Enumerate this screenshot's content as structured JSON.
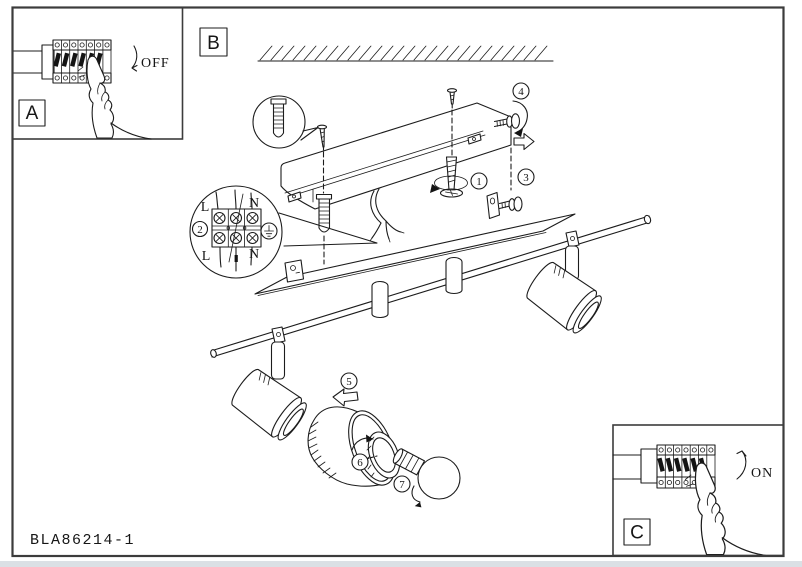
{
  "page": {
    "part_number": "BLA86214-1",
    "background": "#ffffff",
    "line_color": "#1c1c1c",
    "border_color": "#3c3c3c"
  },
  "insets": {
    "power_off": {
      "label": "A",
      "state_text": "OFF"
    },
    "mounting": {
      "label": "B"
    },
    "power_on": {
      "label": "C",
      "state_text": "ON"
    }
  },
  "steps": {
    "s1": "1",
    "s2": "2",
    "s3": "3",
    "s4": "4",
    "s5": "5",
    "s6": "6",
    "s7": "7"
  },
  "terminal_detail": {
    "top_left": "L",
    "top_right": "N",
    "bottom_left": "L",
    "bottom_right": "N",
    "earth_icon": "earth-ground-symbol"
  }
}
